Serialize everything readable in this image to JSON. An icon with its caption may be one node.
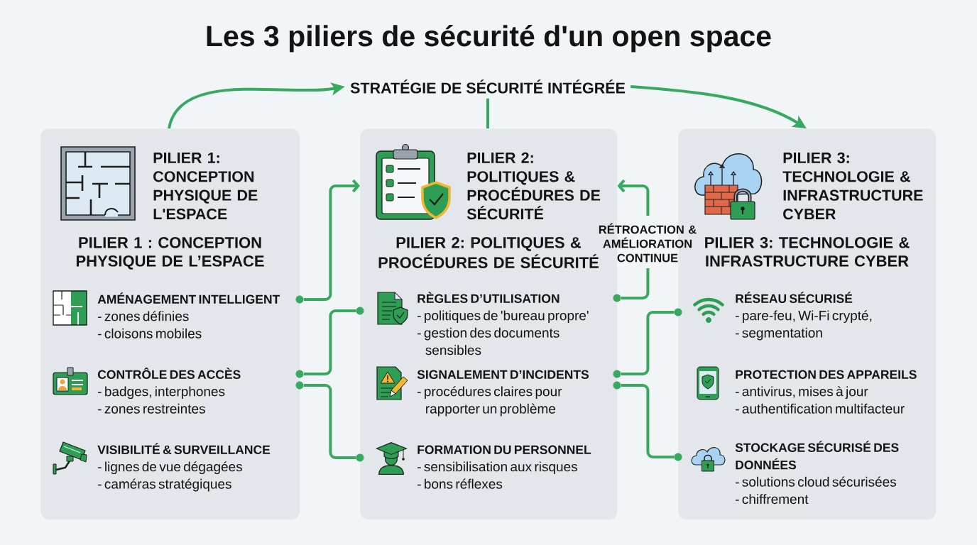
{
  "diagram": {
    "title": "Les 3 piliers de sécurité d'un open space",
    "nodes": [
      {
        "text": [
          "STRATÉGIE DE SÉCURITÉ INTÉGRÉE"
        ]
      },
      {
        "text": [
          "PILIER 1: CONCEPTION PHYSIQUE DE L'ESPACE",
          "PILIER 1 : CONCEPTION PHYSIQUE DE L’ESPACE"
        ]
      },
      {
        "text": [
          "AMÉNAGEMENT INTELLIGENT",
          "- zones définies",
          "- cloisons mobiles"
        ],
        "in": 1
      },
      {
        "text": [
          "CONTRÔLE DES ACCÈS",
          "- badges, interphones",
          "- zones restreintes"
        ],
        "in": 1
      },
      {
        "text": [
          "VISIBILITÉ & SURVEILLANCE",
          "- lignes de vue dégagées",
          "- caméras stratégiques"
        ],
        "in": 1
      },
      {
        "text": [
          "PILIER 2: POLITIQUES & PROCÉDURES DE SÉCURITÉ",
          "PILIER 2: POLITIQUES & PROCÉDURES DE SÉCURITÉ"
        ]
      },
      {
        "text": [
          "RÈGLES D’UTILISATION",
          "- politiques de 'bureau propre'",
          "- gestion des documents sensibles"
        ],
        "in": 5
      },
      {
        "text": [
          "SIGNALEMENT D’INCIDENTS",
          "- procédures claires pour rapporter un problème"
        ],
        "in": 5
      },
      {
        "text": [
          "FORMATION DU PERSONNEL",
          "- sensibilisation aux risques",
          "- bons réflexes"
        ],
        "in": 5
      },
      {
        "text": [
          "PILIER 3: TECHNOLOGIE & INFRASTRUCTURE CYBER",
          "PILIER 3: TECHNOLOGIE & INFRASTRUCTURE CYBER"
        ]
      },
      {
        "text": [
          "RÉSEAU SÉCURISÉ",
          "- pare-feu, Wi-Fi crypté,",
          "- segmentation"
        ],
        "in": 9
      },
      {
        "text": [
          "PROTECTION DES APPAREILS",
          "- antivirus, mises à jour",
          "- authentification multifacteur"
        ],
        "in": 9
      },
      {
        "text": [
          "STOCKAGE SÉCURISÉ DES DONNÉES",
          "- solutions cloud sécurisées",
          "- chiffrement"
        ],
        "in": 9
      }
    ],
    "edges": [
      {
        "from": 1,
        "to": 0,
        "arrow": "to"
      },
      {
        "from": 0,
        "to": 9,
        "arrow": "to"
      },
      {
        "from": 0,
        "to": 5,
        "arrow": "none"
      },
      {
        "from": 2,
        "to": 5,
        "arrow": "to"
      },
      {
        "from": 3,
        "to": 6,
        "arrow": "none"
      },
      {
        "from": 3,
        "to": 8,
        "arrow": "none"
      },
      {
        "from": 7,
        "to": 10,
        "arrow": "none"
      },
      {
        "from": 7,
        "to": 12,
        "arrow": "none"
      },
      {
        "from": 6,
        "to": 5,
        "arrow": "to",
        "label": "RÉTROACTION & AMÉLIORATION CONTINUE"
      }
    ]
  }
}
